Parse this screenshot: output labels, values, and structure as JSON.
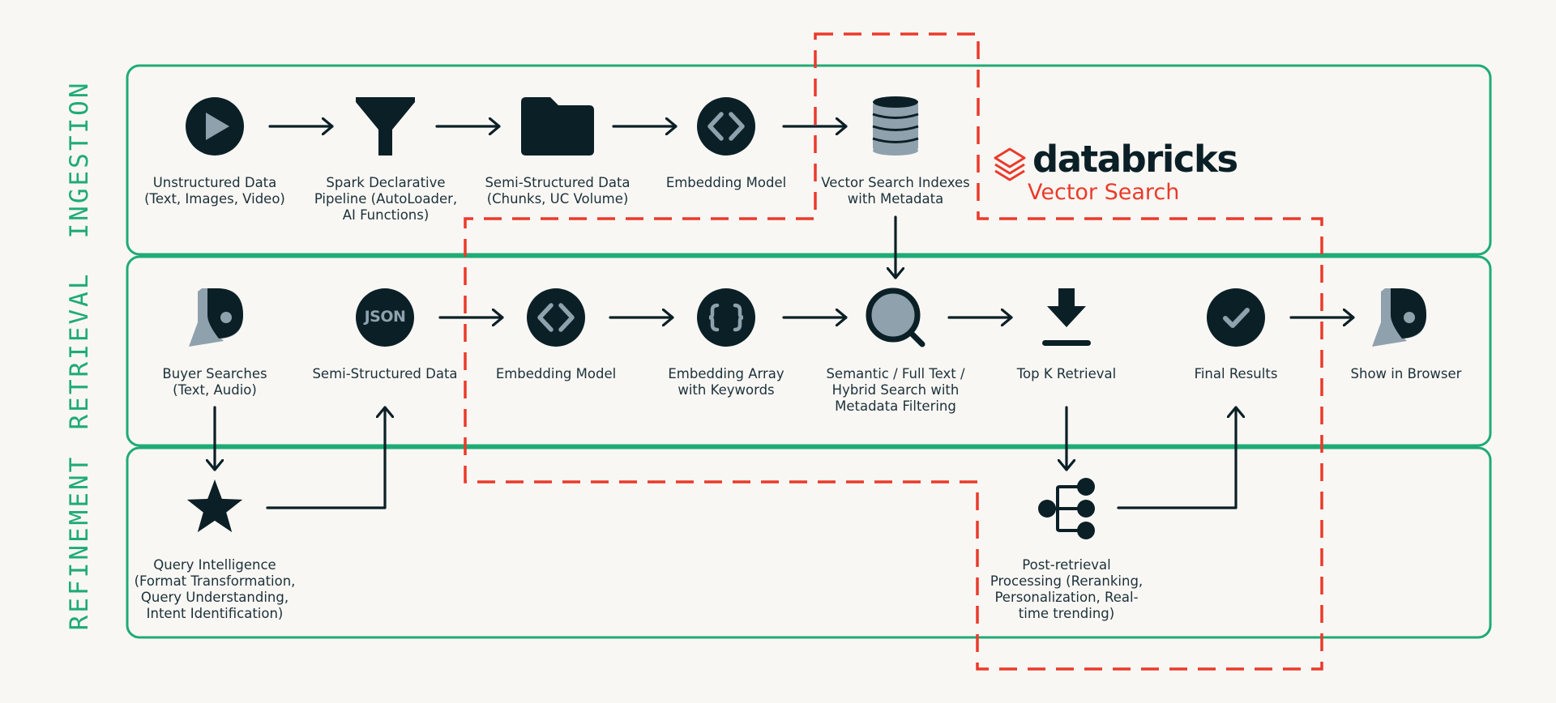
{
  "lanes": [
    "INGESTION",
    "RETRIEVAL",
    "REFINEMENT"
  ],
  "brand": {
    "name": "databricks",
    "product": "Vector Search"
  },
  "nodes": {
    "unstructured_data": "Unstructured Data\n(Text, Images, Video)",
    "spark_pipeline": "Spark Declarative\nPipeline (AutoLoader,\nAI Functions)",
    "semi_structured_chunks": "Semi-Structured Data\n(Chunks, UC Volume)",
    "embedding_model_ingest": "Embedding Model",
    "vector_search_indexes": "Vector Search Indexes\nwith Metadata",
    "buyer_searches": "Buyer Searches\n(Text, Audio)",
    "semi_structured_data": "Semi-Structured Data",
    "json_badge": "JSON",
    "embedding_model_retrieval": "Embedding Model",
    "embedding_array": "Embedding Array\nwith Keywords",
    "semantic_search": "Semantic / Full Text /\nHybrid Search with\nMetadata Filtering",
    "top_k_retrieval": "Top K Retrieval",
    "final_results": "Final Results",
    "show_in_browser": "Show in Browser",
    "query_intelligence": "Query Intelligence\n(Format Transformation,\nQuery Understanding,\nIntent Identification)",
    "post_retrieval": "Post-retrieval\nProcessing (Reranking,\nPersonalization, Real-\ntime trending)"
  },
  "colors": {
    "lane_border": "#1fab76",
    "icon_dark": "#0b2026",
    "icon_light": "#8fa1ad",
    "highlight": "#eb3a2a",
    "background": "#f9f7f4"
  }
}
